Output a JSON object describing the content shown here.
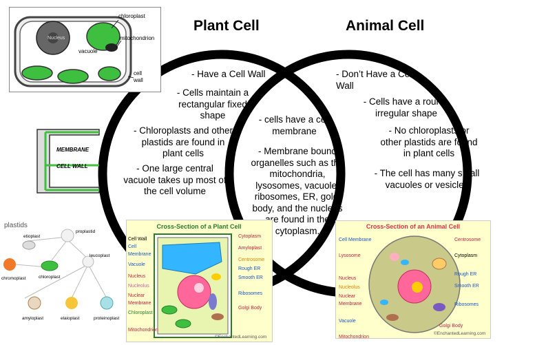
{
  "venn": {
    "plant_title": "Plant Cell",
    "animal_title": "Animal Cell",
    "plant_items": [
      "-   Have a Cell Wall",
      "-   Cells maintain a rectangular fixed shape",
      "-   Chloroplasts and other plastids are found in plant cells",
      "-   One large central vacuole takes up most of the cell volume"
    ],
    "shared_items": [
      "-   cells have a cell membrane",
      "-   Membrane bound organelles such as the mitochondria, lysosomes, vacuole, ribosomes, ER, golgi body, and the nucleus are found in the cytoplasm."
    ],
    "animal_items": [
      "-   Don’t Have a Cell Wall",
      "-   Cells have a round, irregular shape",
      "-   No chloroplasts or other plastids are found in plant cells",
      "-   The cell has many small vacuoles or vesicles"
    ]
  },
  "sketch": {
    "chloroplast": "chloroplast",
    "mitochondrion": "mitochondrion",
    "nucleus": "Nucleus",
    "vacuole": "vacuole",
    "cell_wall_1": "cell",
    "cell_wall_2": "wall"
  },
  "wall_sketch": {
    "membrane": "MEMBRANE",
    "cell_wall": "CELL WALL"
  },
  "plastids": {
    "title": "plastids",
    "proplastid": "proplastid",
    "etioplast": "etioplast",
    "leucoplast": "leucoplast",
    "chloroplast": "chloroplast",
    "chromoplast": "chromoplast",
    "amyloplast": "amyloplast",
    "elaioplast": "elaioplast",
    "proteinoplast": "proteinoplast"
  },
  "plant_diagram": {
    "title": "Cross-Section of a Plant Cell",
    "labels_left": [
      "Cell Wall",
      "Cell Membrane",
      "Vacuole",
      "Nucleus",
      "Nucleolus",
      "Nuclear Membrane",
      "Chloroplast",
      "Mitochondrion"
    ],
    "labels_right": [
      "Cytoplasm",
      "Amyloplast",
      "Centrosome",
      "Rough ER",
      "Smooth ER",
      "Ribosomes",
      "Golgi Body"
    ],
    "credit": "©EnchantedLearning.com"
  },
  "animal_diagram": {
    "title": "Cross-Section of an Animal Cell",
    "labels_left": [
      "Cell Membrane",
      "Lysosome",
      "Nucleus",
      "Nucleolus",
      "Nuclear Membrane",
      "Vacuole",
      "Mitochondrion"
    ],
    "labels_right": [
      "Centrosome",
      "Cytoplasm",
      "Rough ER",
      "Smooth ER",
      "Ribosomes",
      "Golgi Body"
    ],
    "credit": "©EnchantedLearning.com"
  },
  "colors": {
    "ring": "#000000",
    "chloroplast_green": "#3fbf3f",
    "plant_bg": "#ffffcc",
    "plant_cell_fill": "#e8f5b0",
    "vacuole_blue": "#33b5ff",
    "nucleus_pink": "#ff6699",
    "title_red": "#e0304a",
    "animal_cell_fill": "#c9c98a"
  }
}
